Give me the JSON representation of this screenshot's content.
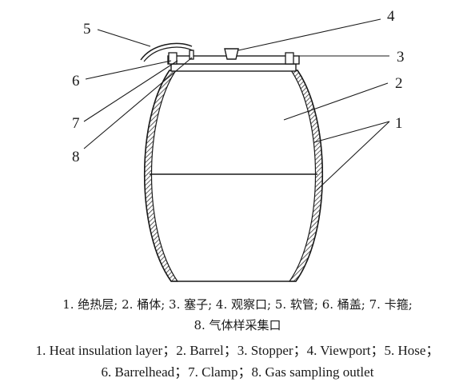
{
  "labels": {
    "n1": "1",
    "n2": "2",
    "n3": "3",
    "n4": "4",
    "n5": "5",
    "n6": "6",
    "n7": "7",
    "n8": "8"
  },
  "caption": {
    "cn_line1": "1. 绝热层; 2. 桶体; 3. 塞子; 4. 观察口; 5. 软管; 6. 桶盖; 7. 卡箍;",
    "cn_line2": "8. 气体样采集口",
    "en_line1": "1. Heat insulation layer；2. Barrel；3. Stopper；4. Viewport；5. Hose；",
    "en_line2": "6. Barrelhead；7. Clamp；8. Gas sampling outlet"
  }
}
